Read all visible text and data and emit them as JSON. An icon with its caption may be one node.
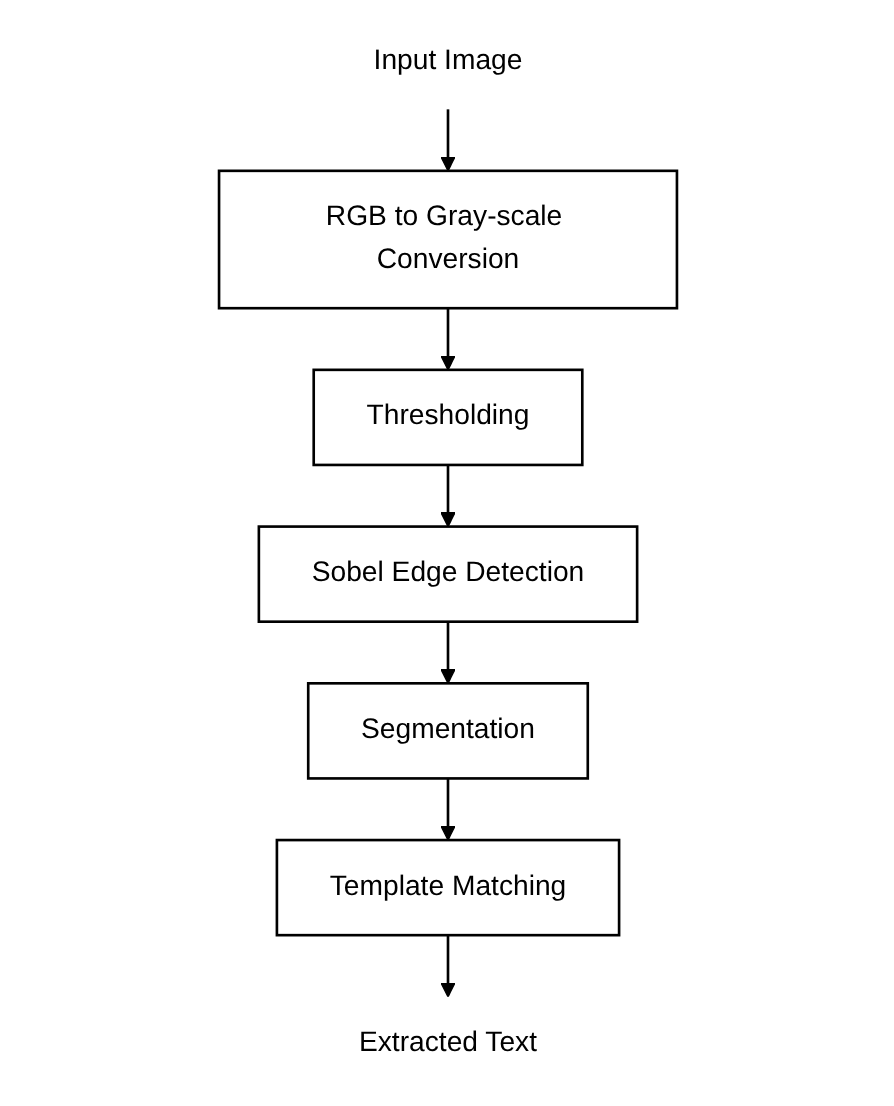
{
  "diagram": {
    "nodes": [
      {
        "text": [
          "Input Image"
        ]
      },
      {
        "text": [
          "RGB to Gray-scale Conversion"
        ]
      },
      {
        "text": [
          "Thresholding"
        ]
      },
      {
        "text": [
          "Sobel Edge Detection"
        ]
      },
      {
        "text": [
          "Segmentation"
        ]
      },
      {
        "text": [
          "Template Matching"
        ]
      },
      {
        "text": [
          "Extracted Text"
        ]
      }
    ],
    "edges": [
      {
        "from": 0,
        "to": 1,
        "arrow": "to"
      },
      {
        "from": 1,
        "to": 2,
        "arrow": "to"
      },
      {
        "from": 2,
        "to": 3,
        "arrow": "to"
      },
      {
        "from": 3,
        "to": 4,
        "arrow": "to"
      },
      {
        "from": 4,
        "to": 5,
        "arrow": "to"
      },
      {
        "from": 5,
        "to": 6,
        "arrow": "to"
      }
    ]
  }
}
